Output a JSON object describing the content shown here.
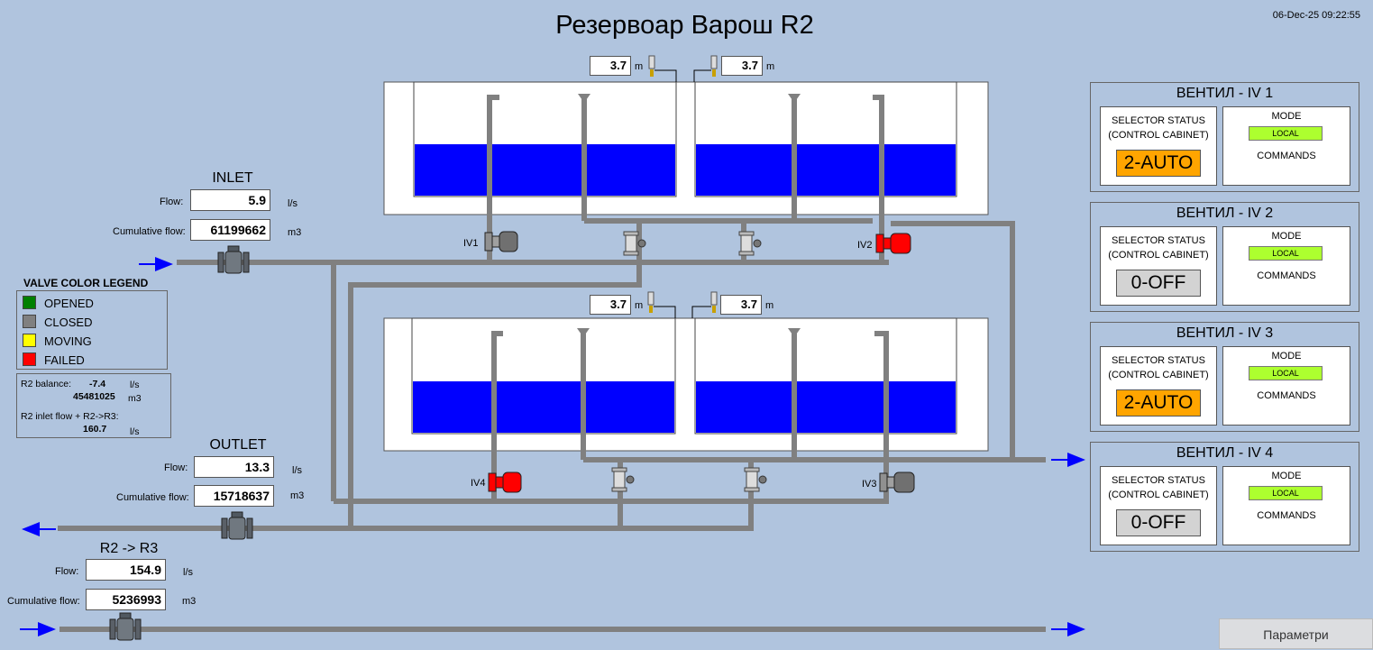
{
  "header": {
    "title": "Резервоар Варош R2",
    "datetime": "06-Dec-25 09:22:55"
  },
  "levels": {
    "top_left": {
      "value": "3.7",
      "unit": "m"
    },
    "top_right": {
      "value": "3.7",
      "unit": "m"
    },
    "bottom_left": {
      "value": "3.7",
      "unit": "m"
    },
    "bottom_right": {
      "value": "3.7",
      "unit": "m"
    }
  },
  "inlet": {
    "title": "INLET",
    "flow_label": "Flow:",
    "flow": "5.9",
    "flow_unit": "l/s",
    "cum_label": "Cumulative flow:",
    "cum": "61199662",
    "cum_unit": "m3"
  },
  "outlet": {
    "title": "OUTLET",
    "flow_label": "Flow:",
    "flow": "13.3",
    "flow_unit": "l/s",
    "cum_label": "Cumulative flow:",
    "cum": "15718637",
    "cum_unit": "m3"
  },
  "r2r3": {
    "title": "R2 -> R3",
    "flow_label": "Flow:",
    "flow": "154.9",
    "flow_unit": "l/s",
    "cum_label": "Cumulative flow:",
    "cum": "5236993",
    "cum_unit": "m3"
  },
  "legend": {
    "title": "VALVE COLOR LEGEND",
    "items": [
      {
        "label": "OPENED",
        "color": "#008000"
      },
      {
        "label": "CLOSED",
        "color": "#808080"
      },
      {
        "label": "MOVING",
        "color": "#ffff00"
      },
      {
        "label": "FAILED",
        "color": "#ff0000"
      }
    ]
  },
  "balance": {
    "label": "R2 balance:",
    "value": "-7.4",
    "unit": "l/s",
    "total": "45481025",
    "total_unit": "m3",
    "inlet_label": "R2 inlet flow + R2->R3:",
    "inlet_value": "160.7",
    "inlet_unit": "l/s"
  },
  "valve_labels": {
    "iv1": "IV1",
    "iv2": "IV2",
    "iv3": "IV3",
    "iv4": "IV4"
  },
  "valve_colors": {
    "closed": "#808080",
    "failed": "#ff0000",
    "manual": "#c8c8c8"
  },
  "panels": [
    {
      "title": "ВЕНТИЛ - IV 1",
      "selector_label": "SELECTOR STATUS\n(CONTROL CABINET)",
      "state": "2-AUTO",
      "state_color": "#ffa500",
      "mode_label": "MODE",
      "mode": "LOCAL",
      "commands_label": "COMMANDS"
    },
    {
      "title": "ВЕНТИЛ - IV 2",
      "selector_label": "SELECTOR STATUS\n(CONTROL CABINET)",
      "state": "0-OFF",
      "state_color": "#d3d3d3",
      "mode_label": "MODE",
      "mode": "LOCAL",
      "commands_label": "COMMANDS"
    },
    {
      "title": "ВЕНТИЛ - IV 3",
      "selector_label": "SELECTOR STATUS\n(CONTROL CABINET)",
      "state": "2-AUTO",
      "state_color": "#ffa500",
      "mode_label": "MODE",
      "mode": "LOCAL",
      "commands_label": "COMMANDS"
    },
    {
      "title": "ВЕНТИЛ - IV 4",
      "selector_label": "SELECTOR STATUS\n(CONTROL CABINET)",
      "state": "0-OFF",
      "state_color": "#d3d3d3",
      "mode_label": "MODE",
      "mode": "LOCAL",
      "commands_label": "COMMANDS"
    }
  ],
  "buttons": {
    "params": "Параметри"
  },
  "colors": {
    "background": "#b0c4de",
    "water": "#0000ff",
    "pipe": "#808080",
    "arrow": "#0000ff"
  }
}
